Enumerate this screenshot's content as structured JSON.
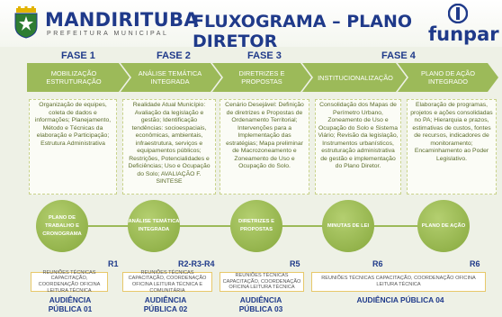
{
  "header": {
    "brand": "MANDIRITUBA",
    "brand_sub": "PREFEITURA MUNICIPAL",
    "title": "FLUXOGRAMA – PLANO DIRETOR",
    "partner": "funpar"
  },
  "phases": [
    {
      "label": "FASE 1",
      "chevron": "MOBILIZAÇÃO ESTRUTURAÇÃO"
    },
    {
      "label": "FASE 2",
      "chevron": "ANÁLISE TEMÁTICA INTEGRADA"
    },
    {
      "label": "FASE 3",
      "chevron": "DIRETRIZES E PROPOSTAS"
    },
    {
      "label": "FASE 4",
      "chevron": "INSTITUCIONALIZAÇÃO",
      "chevron2": "PLANO DE AÇÃO INTEGRADO"
    }
  ],
  "descriptions": [
    "Organização de equipes, coleta de dados e informações; Planejamento, Método e Técnicas da elaboração e Participação; Estrutura Administrativa",
    "Realidade Atual Município: Avaliação da legislação e gestão; Identificação tendências: socioespaciais, econômicas, ambientais, infraestrutura, serviços e equipamentos públicos; Restrições, Potencialidades e Deficiências; Uso e Ocupação do Solo; AVALIAÇÃO F. SINTESE",
    "Cenário Desejável: Definição de diretrizes e Propostas de Ordenamento Territorial; Intervenções para a Implementação das estratégias; Mapa preliminar de Macrozoneamento e Zoneamento de Uso e Ocupação do Solo.",
    "Consolidação dos Mapas de Perímetro Urbano, Zoneamento de Uso e Ocupação do Solo e Sistema Viário; Revisão da legislação, Instrumentos urbanísticos, estruturação administrativa de gestão e implementação do Plano Diretor.",
    "Elaboração de programas, projetos e ações consolidadas no PA; Hierarquia e prazos, estimativas de custos, fontes de recursos, indicadores de monitoramento; Encaminhamento ao Poder Legislativo."
  ],
  "milestones": [
    {
      "label": "PLANO DE TRABALHO E CRONOGRAMA",
      "r": "R1"
    },
    {
      "label": "ANÁLISE TEMÁTICA INTEGRADA",
      "r": "R2-R3-R4"
    },
    {
      "label": "DIRETRIZES E PROPOSTAS",
      "r": "R5"
    },
    {
      "label": "MINUTAS DE LEI",
      "r": "R6"
    },
    {
      "label": "PLANO DE AÇÃO",
      "r": "R6"
    }
  ],
  "meetings": [
    "REUNIÕES TÉCNICAS CAPACITAÇÃO, COORDENAÇÃO OFICINA LEITURA TÉCNICA",
    "REUNIÕES TÉCNICAS CAPACITAÇÃO, COORDENAÇÃO OFICINA LEITURA TÉCNICA E COMUNITÁRIA",
    "REUNIÕES TÉCNICAS CAPACITAÇÃO, COORDENAÇÃO OFICINA LEITURA TÉCNICA",
    "REUNIÕES TÉCNICAS CAPACITAÇÃO, COORDENAÇÃO OFICINA LEITURA TÉCNICA"
  ],
  "audiences": [
    "AUDIÊNCIA PÚBLICA 01",
    "AUDIÊNCIA PÚBLICA 02",
    "AUDIÊNCIA PÚBLICA 03",
    "AUDIÊNCIA PÚBLICA 04"
  ],
  "colors": {
    "primary": "#1f3a8a",
    "accent_green": "#9cba59",
    "box_border": "#c8d28a",
    "meeting_border": "#e7c86a"
  },
  "icons": {
    "crest": "municipal-crest-icon",
    "partner_mark": "funpar-logo-icon"
  }
}
